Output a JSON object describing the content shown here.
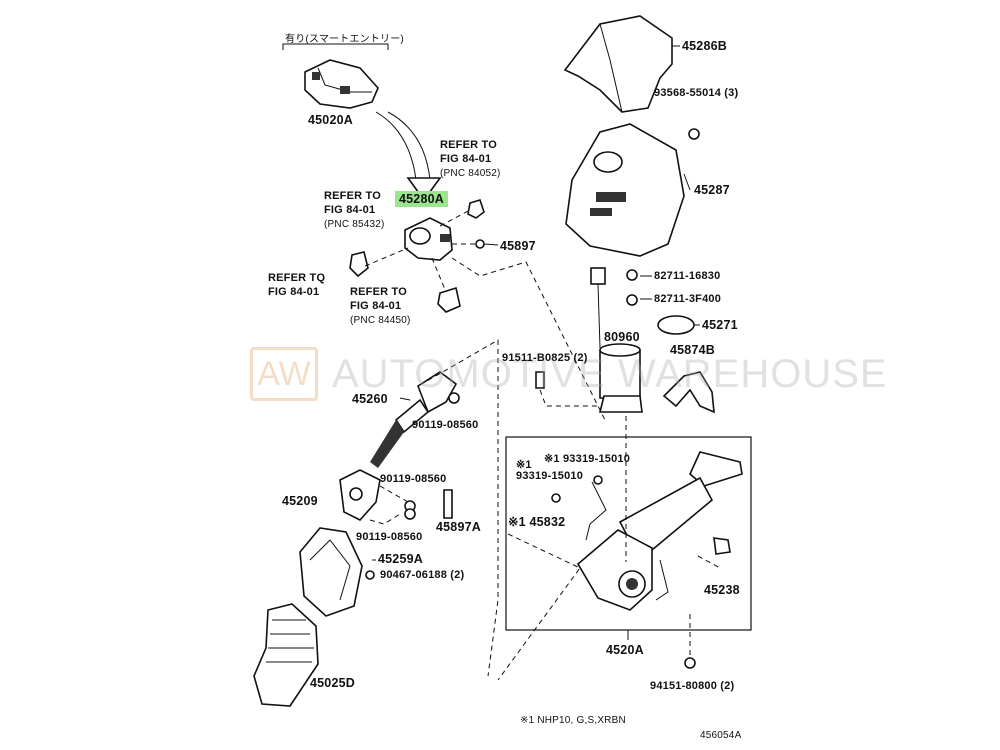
{
  "labels": {
    "smart_entry": "有り(スマートエントリー)",
    "p45020A": "45020A",
    "refer_84052_a": "REFER TO",
    "refer_84052_b": "FIG 84-01",
    "refer_84052_c": "(PNC 84052)",
    "p45280A": "45280A",
    "refer_85432_a": "REFER TO",
    "refer_85432_b": "FIG 84-01",
    "refer_85432_c": "(PNC 85432)",
    "p45897": "45897",
    "refer_tq_a": "REFER TQ",
    "refer_tq_b": "FIG 84-01",
    "refer_84450_a": "REFER TO",
    "refer_84450_b": "FIG 84-01",
    "refer_84450_c": "(PNC 84450)",
    "p45286B": "45286B",
    "p93568": "93568-55014 (3)",
    "p45287": "45287",
    "p82711_16830": "82711-16830",
    "p82711_3F400": "82711-3F400",
    "p45271": "45271",
    "p80960": "80960",
    "p91511": "91511-B0825 (2)",
    "p45874B": "45874B",
    "p45260": "45260",
    "p90119_a": "90119-08560",
    "p90119_b": "90119-08560",
    "p90119_c": "90119-08560",
    "p45209": "45209",
    "p45897A": "45897A",
    "p45259A": "45259A",
    "p90467": "90467-06188 (2)",
    "p45025D": "45025D",
    "p93319_a": "※1 93319-15010",
    "p93319_b_mark": "※1",
    "p93319_b": "93319-15010",
    "p45832": "※1 45832",
    "p45238": "45238",
    "p4520A": "4520A",
    "p94151": "94151-80800 (2)",
    "footnote": "※1 NHP10, G,S,XRBN",
    "figure_no": "456054A"
  },
  "watermark": {
    "logo": "AW",
    "text": "AUTOMOTIVE WAREHOUSE",
    "color": "#e0a060"
  },
  "highlight_color": "#9be58f"
}
